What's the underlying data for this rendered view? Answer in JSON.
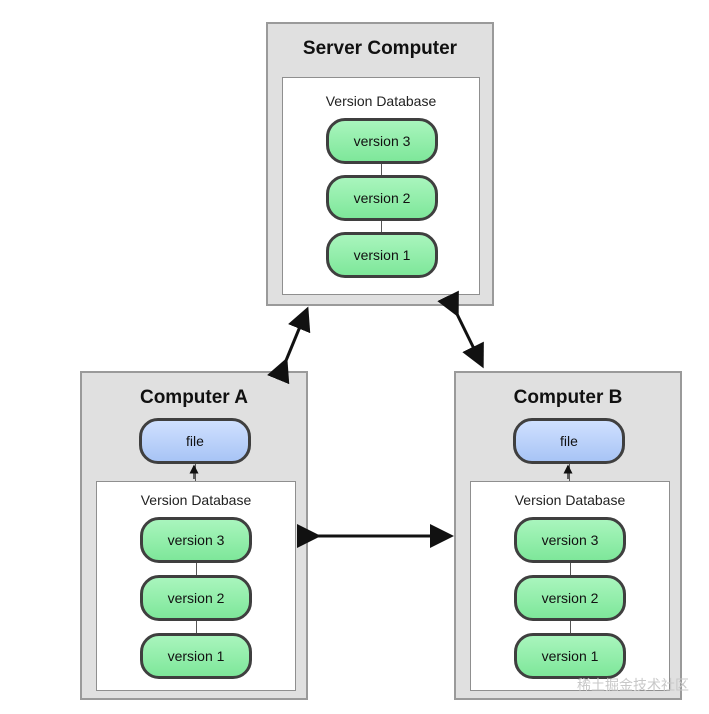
{
  "server": {
    "title": "Server Computer",
    "db_label": "Version Database",
    "versions": [
      "version 3",
      "version 2",
      "version 1"
    ]
  },
  "computer_a": {
    "title": "Computer A",
    "file": "file",
    "db_label": "Version Database",
    "versions": [
      "version 3",
      "version 2",
      "version 1"
    ]
  },
  "computer_b": {
    "title": "Computer B",
    "file": "file",
    "db_label": "Version Database",
    "versions": [
      "version 3",
      "version 2",
      "version 1"
    ]
  },
  "watermark": "稀土掘金技术社区",
  "colors": {
    "computer_bg": "#e0e0e0",
    "version_fill": "#8ef0a8",
    "file_fill": "#b8d0fb"
  }
}
